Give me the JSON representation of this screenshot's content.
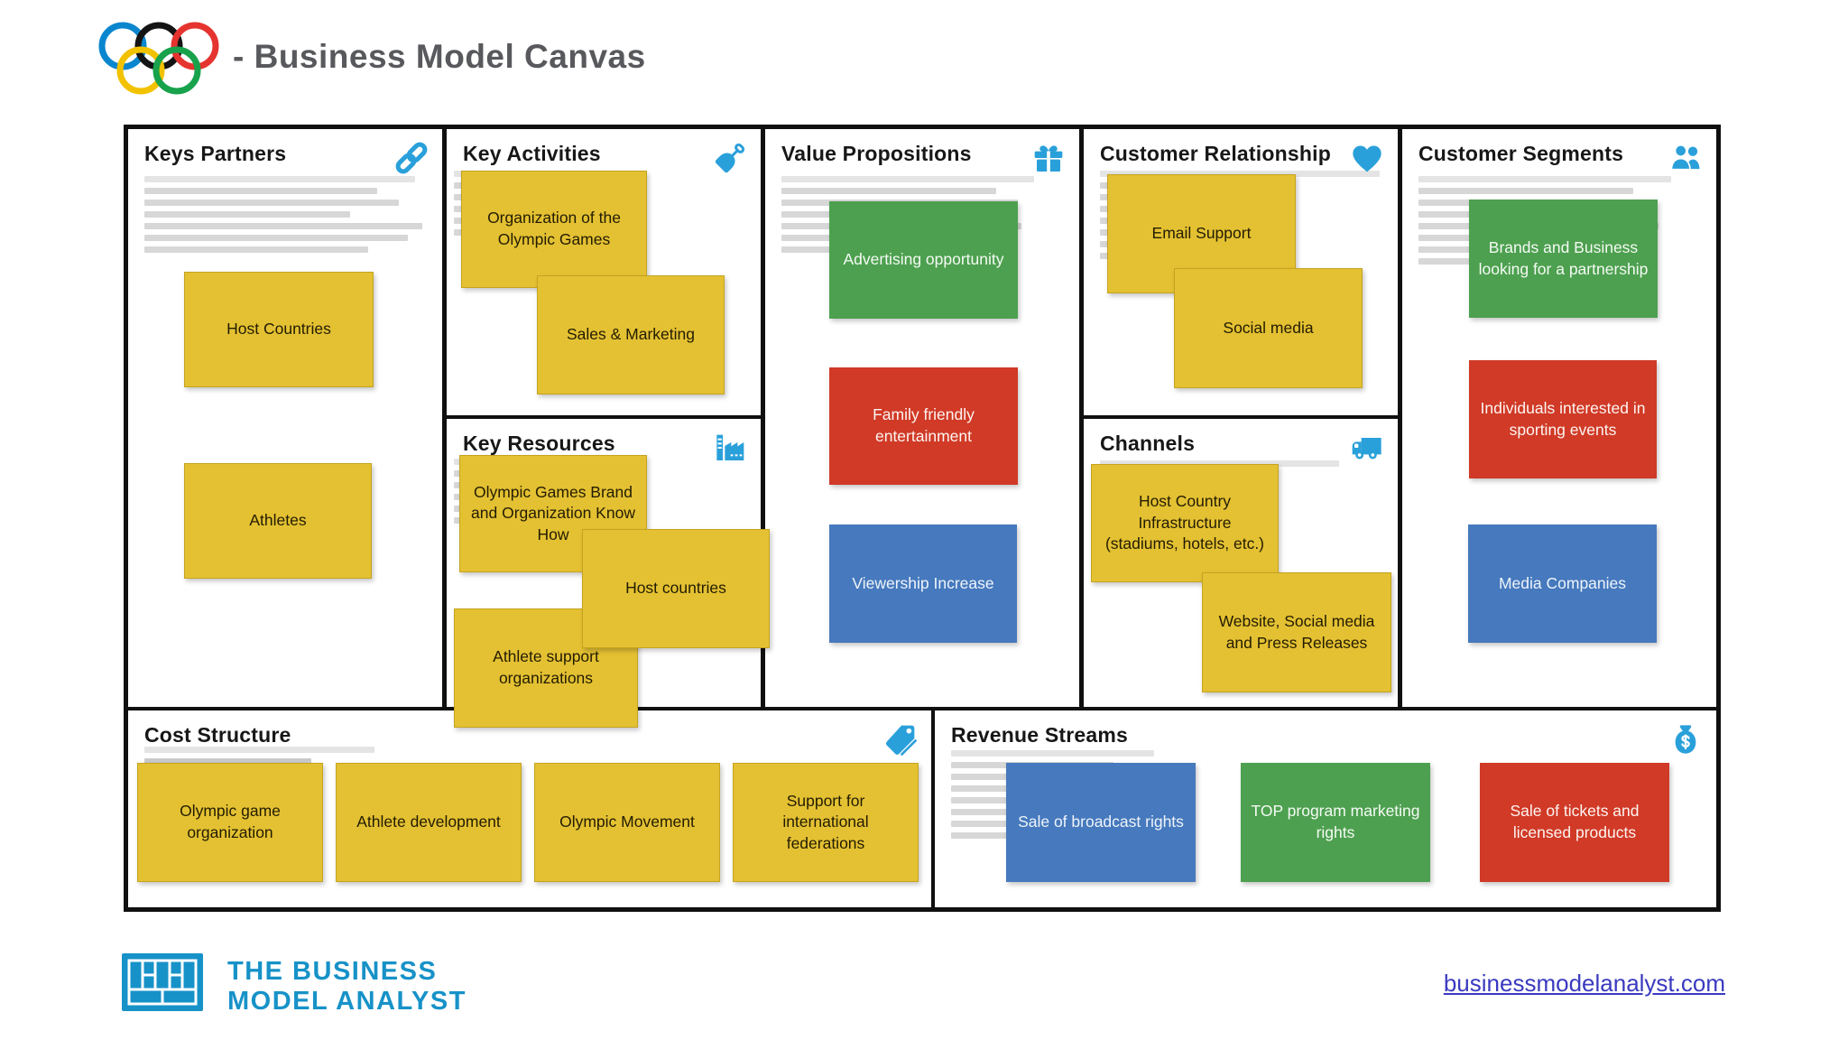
{
  "header": {
    "logo": "olympic-rings",
    "title": "- Business Model Canvas"
  },
  "sections": {
    "keys_partners": {
      "title": "Keys Partners",
      "icon": "link-icon",
      "notes": [
        {
          "label": "Host Countries",
          "color": "yellow"
        },
        {
          "label": "Athletes",
          "color": "yellow"
        }
      ]
    },
    "key_activities": {
      "title": "Key Activities",
      "icon": "shovel-icon",
      "notes": [
        {
          "label": "Organization of the Olympic Games",
          "color": "yellow"
        },
        {
          "label": "Sales & Marketing",
          "color": "yellow"
        }
      ]
    },
    "key_resources": {
      "title": "Key Resources",
      "icon": "factory-icon",
      "notes": [
        {
          "label": "Olympic Games Brand and Organization Know How",
          "color": "yellow"
        },
        {
          "label": "Athlete support organizations",
          "color": "yellow"
        },
        {
          "label": "Host countries",
          "color": "yellow"
        }
      ]
    },
    "value_propositions": {
      "title": "Value Propositions",
      "icon": "gift-icon",
      "notes": [
        {
          "label": "Advertising opportunity",
          "color": "green"
        },
        {
          "label": "Family friendly entertainment",
          "color": "red"
        },
        {
          "label": "Viewership Increase",
          "color": "blue"
        }
      ]
    },
    "customer_relationship": {
      "title": "Customer Relationship",
      "icon": "heart-icon",
      "notes": [
        {
          "label": "Email Support",
          "color": "yellow"
        },
        {
          "label": "Social media",
          "color": "yellow"
        }
      ]
    },
    "channels": {
      "title": "Channels",
      "icon": "truck-icon",
      "notes": [
        {
          "label": "Host Country Infrastructure (stadiums, hotels, etc.)",
          "color": "yellow"
        },
        {
          "label": "Website, Social media and Press Releases",
          "color": "yellow"
        }
      ]
    },
    "customer_segments": {
      "title": "Customer Segments",
      "icon": "users-icon",
      "notes": [
        {
          "label": "Brands and Business looking for a partnership",
          "color": "green"
        },
        {
          "label": "Individuals interested in sporting events",
          "color": "red"
        },
        {
          "label": "Media Companies",
          "color": "blue"
        }
      ]
    },
    "cost_structure": {
      "title": "Cost Structure",
      "icon": "tag-icon",
      "notes": [
        {
          "label": "Olympic game organization",
          "color": "yellow"
        },
        {
          "label": "Athlete development",
          "color": "yellow"
        },
        {
          "label": "Olympic Movement",
          "color": "yellow"
        },
        {
          "label": "Support for international federations",
          "color": "yellow"
        }
      ]
    },
    "revenue_streams": {
      "title": "Revenue Streams",
      "icon": "money-bag-icon",
      "notes": [
        {
          "label": "Sale of broadcast rights",
          "color": "blue"
        },
        {
          "label": "TOP program marketing rights",
          "color": "green"
        },
        {
          "label": "Sale of tickets and licensed products",
          "color": "red"
        }
      ]
    }
  },
  "footer": {
    "brand_line1": "THE BUSINESS",
    "brand_line2": "MODEL ANALYST",
    "website": "businessmodelanalyst.com"
  },
  "colors": {
    "note_yellow": "#e4c132",
    "note_green": "#4da04f",
    "note_red": "#d03a26",
    "note_blue": "#4679bd",
    "icon_blue": "#2aa0da",
    "brand_blue": "#1792c8",
    "link_indigo": "#3a3ac0",
    "frame_black": "#101010"
  }
}
